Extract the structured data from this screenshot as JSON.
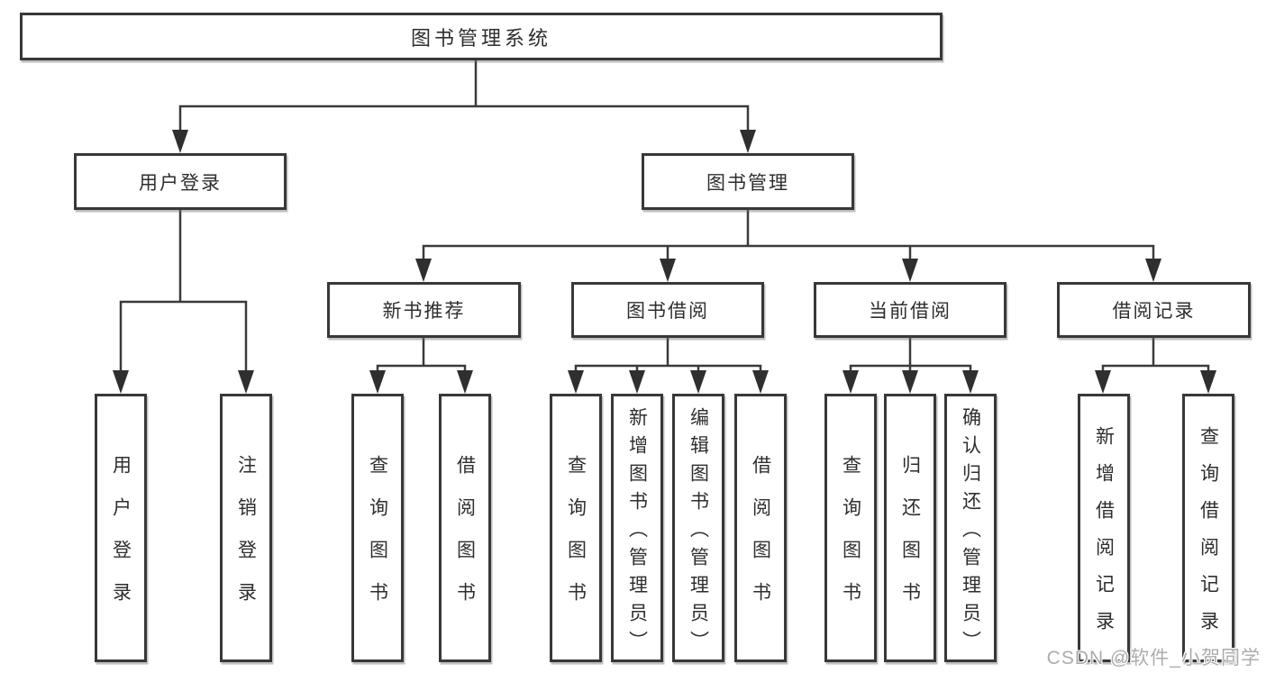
{
  "tree": {
    "root": "图书管理系统",
    "children": [
      {
        "label": "用户登录",
        "children": [
          {
            "label": "用户登录"
          },
          {
            "label": "注销登录"
          }
        ]
      },
      {
        "label": "图书管理",
        "children": [
          {
            "label": "新书推荐",
            "children": [
              {
                "label": "查询图书"
              },
              {
                "label": "借阅图书"
              }
            ]
          },
          {
            "label": "图书借阅",
            "children": [
              {
                "label": "查询图书"
              },
              {
                "label": "新增图书（管理员）"
              },
              {
                "label": "编辑图书（管理员）"
              },
              {
                "label": "借阅图书"
              }
            ]
          },
          {
            "label": "当前借阅",
            "children": [
              {
                "label": "查询图书"
              },
              {
                "label": "归还图书"
              },
              {
                "label": "确认归还（管理员）"
              }
            ]
          },
          {
            "label": "借阅记录",
            "children": [
              {
                "label": "新增借阅记录"
              },
              {
                "label": "查询借阅记录"
              }
            ]
          }
        ]
      }
    ]
  },
  "watermark": {
    "text": "CSDN @软件_小贺同学"
  },
  "colors": {
    "line": "#3a3a3a",
    "text": "#2e2e2e",
    "watermark": "#a8a8a8"
  }
}
